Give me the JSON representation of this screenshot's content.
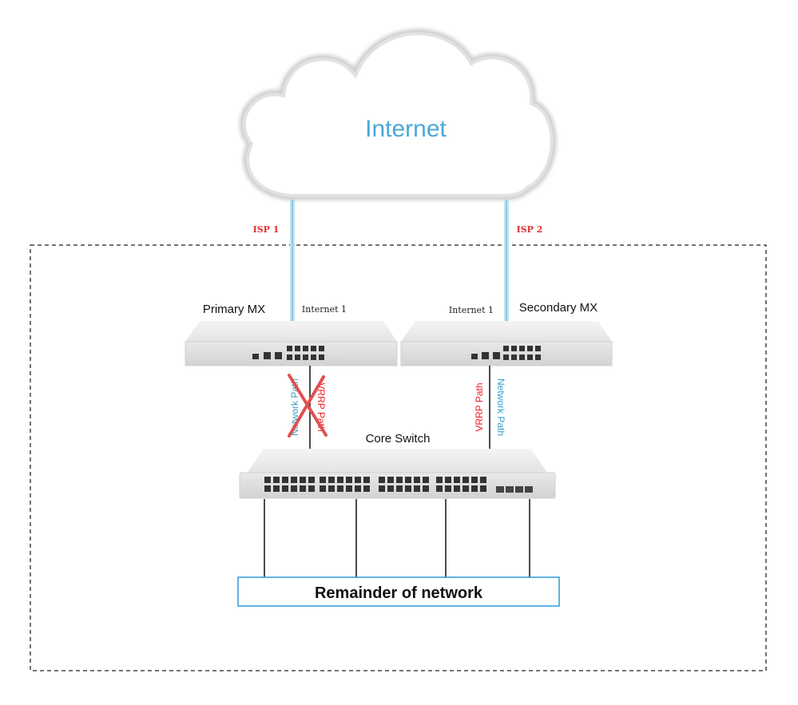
{
  "cloud": {
    "label": "Internet"
  },
  "isp_links": [
    {
      "label": "ISP 1"
    },
    {
      "label": "ISP 2"
    }
  ],
  "primary_mx": {
    "title": "Primary MX",
    "port_label": "Internet 1",
    "path_labels": {
      "network": "Network Path",
      "vrrp": "VRRP Path"
    },
    "path_failed": true
  },
  "secondary_mx": {
    "title": "Secondary MX",
    "port_label": "Internet 1",
    "path_labels": {
      "network": "Network Path",
      "vrrp": "VRRP Path"
    }
  },
  "core_switch": {
    "title": "Core Switch"
  },
  "remainder": {
    "label": "Remainder of network"
  },
  "colors": {
    "internet_text": "#4aa8d8",
    "isp_label": "#e03030",
    "network_path": "#3a9dc8",
    "vrrp_path": "#ee1c24",
    "failure_x": "#e05050",
    "remainder_border": "#2a9bd6"
  }
}
